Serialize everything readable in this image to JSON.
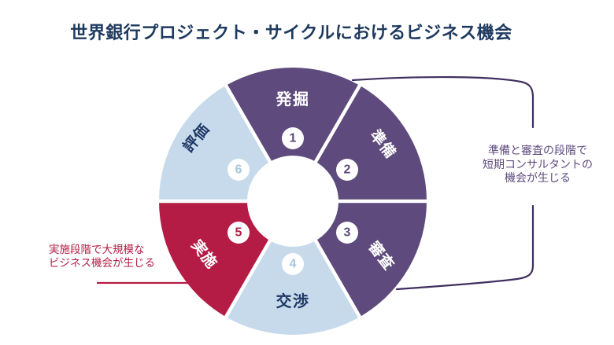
{
  "title": "世界銀行プロジェクト・サイクルにおけるビジネス機会",
  "colors": {
    "title_navy": "#1e3a5f",
    "segment_purple": "#5e4a7c",
    "segment_light_blue": "#c6daec",
    "segment_crimson": "#b41c45",
    "label_white": "#ffffff",
    "label_navy": "#1f3864",
    "number_purple": "#5e4a7c",
    "number_pale_blue": "#a9c5e0",
    "number_crimson": "#b41c45",
    "bracket_purple": "#3f2e5f",
    "connector_red": "#b41c45",
    "annotation_purple": "#5d4b7e",
    "annotation_red": "#b41c45"
  },
  "cycle": {
    "segments": [
      {
        "number": "1",
        "label": "発掘"
      },
      {
        "number": "2",
        "label": "準備"
      },
      {
        "number": "3",
        "label": "審査"
      },
      {
        "number": "4",
        "label": "交渉"
      },
      {
        "number": "5",
        "label": "実施"
      },
      {
        "number": "6",
        "label": "評価"
      }
    ]
  },
  "annotations": {
    "right": {
      "line1": "準備と審査の段階で",
      "line2": "短期コンサルタントの",
      "line3": "機会が生じる"
    },
    "left": {
      "line1": "実施段階で大規模な",
      "line2": "ビジネス機会が生じる"
    }
  }
}
